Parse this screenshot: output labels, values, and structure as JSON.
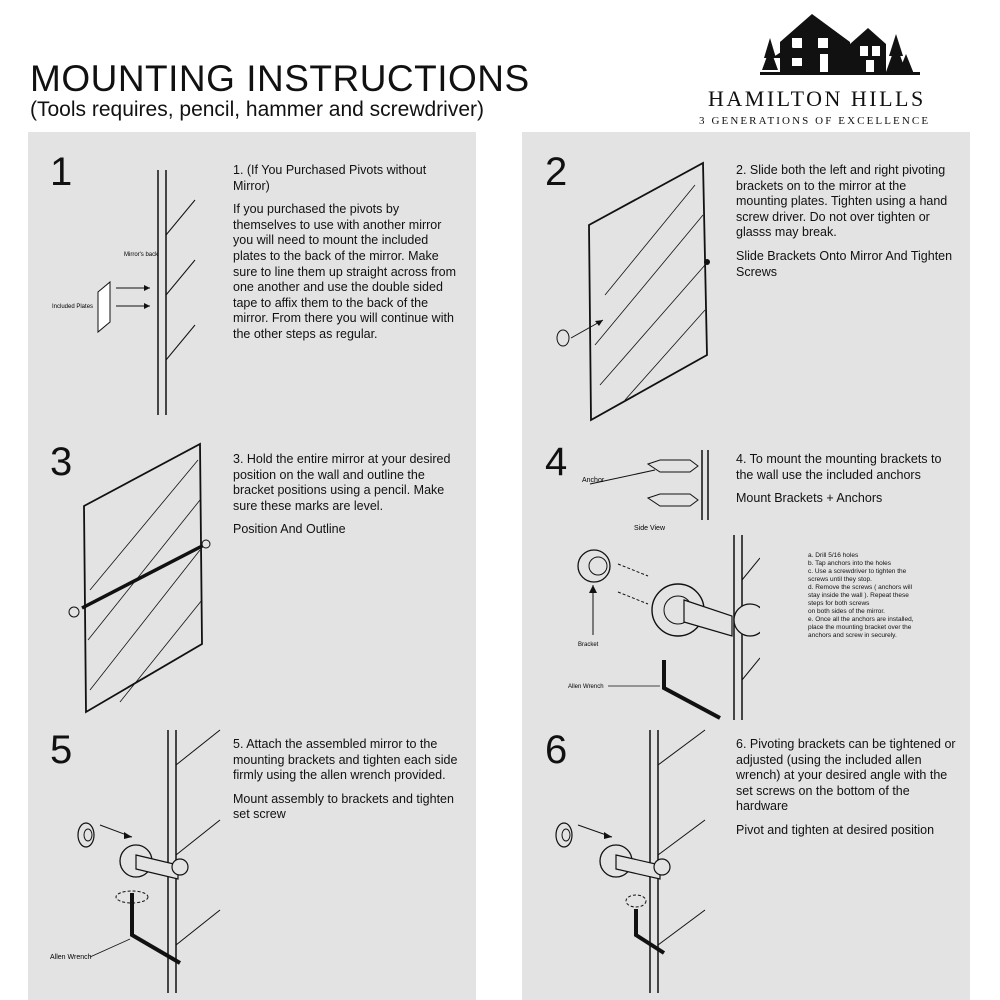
{
  "header": {
    "title": "MOUNTING INSTRUCTIONS",
    "subtitle": "(Tools requires, pencil, hammer and screwdriver)"
  },
  "brand": {
    "name": "HAMILTON HILLS",
    "tagline": "3 GENERATIONS OF EXCELLENCE",
    "logo_icon": "house-logo-icon"
  },
  "colors": {
    "panel": "#e3e3e3",
    "ink": "#111111",
    "background": "#ffffff"
  },
  "steps": [
    {
      "number": "1",
      "paragraphs": [
        "1. (If You Purchased Pivots without Mirror)",
        "If you purchased the pivots by themselves to use with another mirror you will need to mount the included plates to the back of the mirror.  Make sure to line them up straight across from one another and use the double sided tape to affix them to the back of the mirror. From there you will continue with the other steps as regular."
      ],
      "labels": {
        "mirror_back": "Mirror's back",
        "included_plates": "Included Plates"
      }
    },
    {
      "number": "2",
      "paragraphs": [
        "2. Slide both the left and right pivoting brackets on to the mirror at the mounting plates. Tighten using a hand screw driver. Do not over tighten or glasss may break.",
        "Slide Brackets Onto Mirror And Tighten Screws"
      ]
    },
    {
      "number": "3",
      "paragraphs": [
        "3. Hold the entire mirror at your desired position on the wall and outline the bracket positions using a pencil. Make sure these marks are level.",
        "Position And Outline"
      ]
    },
    {
      "number": "4",
      "paragraphs": [
        "4. To mount the mounting brackets to the wall use the included anchors",
        "Mount Brackets + Anchors"
      ],
      "labels": {
        "anchor": "Anchor",
        "side_view": "Side View",
        "bracket": "Bracket",
        "allen_wrench": "Allen Wrench"
      },
      "substeps": [
        "a. Drill 5/16 holes",
        "b. Tap anchors into the holes",
        "c. Use a screwdriver to tighten the",
        "screws until they stop.",
        "d. Remove the screws ( anchors will",
        "stay inside the wall ). Repeat these",
        "steps for both screws",
        "on both sides of the mirror.",
        "e. Once all the anchors are installed,",
        "place the mounting bracket over the",
        "anchors and screw in securely."
      ]
    },
    {
      "number": "5",
      "paragraphs": [
        "5. Attach the assembled mirror to the mounting brackets and tighten each side firmly using the allen wrench provided.",
        "Mount assembly to brackets and tighten set screw"
      ],
      "labels": {
        "allen_wrench": "Allen Wrench"
      }
    },
    {
      "number": "6",
      "paragraphs": [
        "6. Pivoting brackets can be tightened or adjusted (using the included allen wrench) at your desired angle with the set screws on the bottom of the hardware",
        "Pivot and tighten at desired position"
      ]
    }
  ]
}
